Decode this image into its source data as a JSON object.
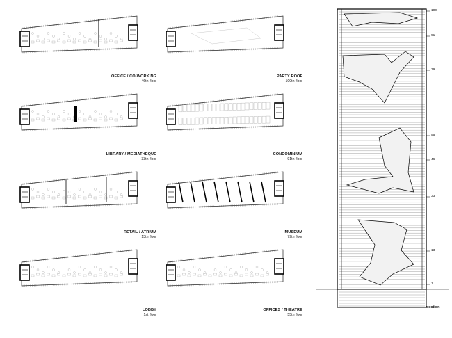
{
  "plans": [
    {
      "id": "office",
      "title": "OFFICE / CO-WORKING",
      "floor": "46th floor"
    },
    {
      "id": "party",
      "title": "PARTY ROOF",
      "floor": "100th floor"
    },
    {
      "id": "library",
      "title": "LIBRARY / MEDIATHEQUE",
      "floor": "33th floor"
    },
    {
      "id": "condo",
      "title": "CONDOMINIUM",
      "floor": "91th floor"
    },
    {
      "id": "retail",
      "title": "RETAIL / ATRIUM",
      "floor": "13th floor"
    },
    {
      "id": "museum",
      "title": "MUSEUM",
      "floor": "79th floor"
    },
    {
      "id": "lobby",
      "title": "LOBBY",
      "floor": "1st floor"
    },
    {
      "id": "offices",
      "title": "OFFICES / THEATRE",
      "floor": "55th floor"
    }
  ],
  "section": {
    "label": "section",
    "levels": [
      "100",
      "91",
      "79",
      "55",
      "46",
      "33",
      "13",
      "1"
    ]
  }
}
